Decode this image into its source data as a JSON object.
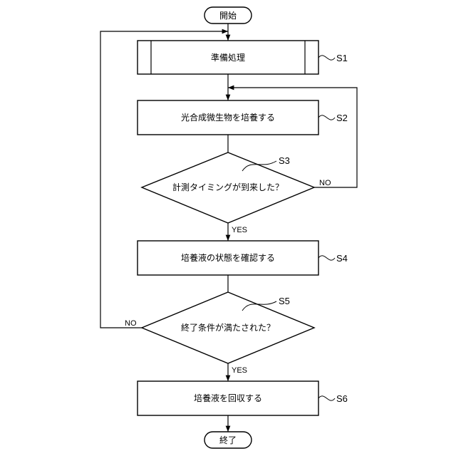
{
  "flowchart": {
    "start": "開始",
    "end": "終了",
    "steps": [
      {
        "id": "S1",
        "label": "準備処理"
      },
      {
        "id": "S2",
        "label": "光合成微生物を培養する"
      },
      {
        "id": "S3",
        "label": "計測タイミングが到来した？"
      },
      {
        "id": "S4",
        "label": "培養液の状態を確認する"
      },
      {
        "id": "S5",
        "label": "終了条件が満たされた？"
      },
      {
        "id": "S6",
        "label": "培養液を回収する"
      }
    ],
    "branches": {
      "s3_yes": "YES",
      "s3_no": "NO",
      "s5_yes": "YES",
      "s5_no": "NO"
    }
  }
}
